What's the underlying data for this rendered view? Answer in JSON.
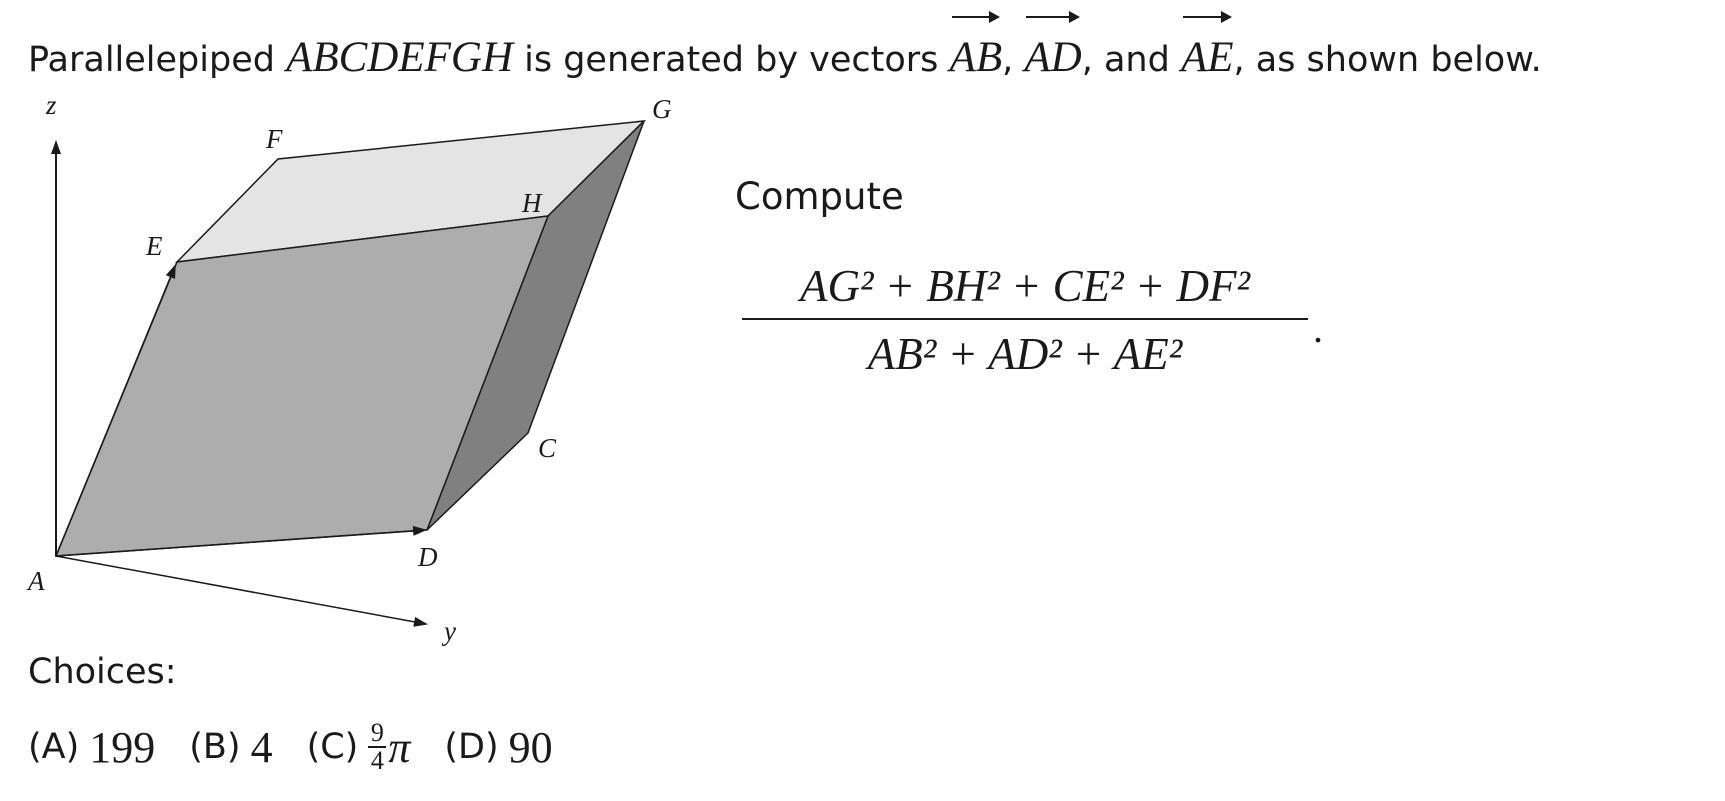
{
  "statement": {
    "prefix": "Parallelepiped ",
    "name": "ABCDEFGH",
    "middle": " is generated by vectors ",
    "vectors": [
      "AB",
      "AD",
      "AE"
    ],
    "comma": ",",
    "and_text": " and ",
    "suffix": ", as shown below."
  },
  "figure": {
    "vertex_labels": {
      "A": "A",
      "C": "C",
      "D": "D",
      "E": "E",
      "F": "F",
      "G": "G",
      "H": "H"
    },
    "axis_labels": {
      "z": "z",
      "y": "y"
    },
    "colors": {
      "top_face": "#e4e4e4",
      "front_face": "#adadad",
      "right_face": "#808080"
    }
  },
  "compute": {
    "label": "Compute",
    "numerator": "AG² + BH² + CE² + DF²",
    "denominator": "AB² + AD² + AE²",
    "period": "."
  },
  "choices": {
    "label": "Choices:",
    "items": [
      {
        "tag": "(A)",
        "value": "199"
      },
      {
        "tag": "(B)",
        "value": "4"
      },
      {
        "tag": "(C)",
        "num": "9",
        "den": "4",
        "symbol": "π"
      },
      {
        "tag": "(D)",
        "value": "90"
      }
    ]
  }
}
